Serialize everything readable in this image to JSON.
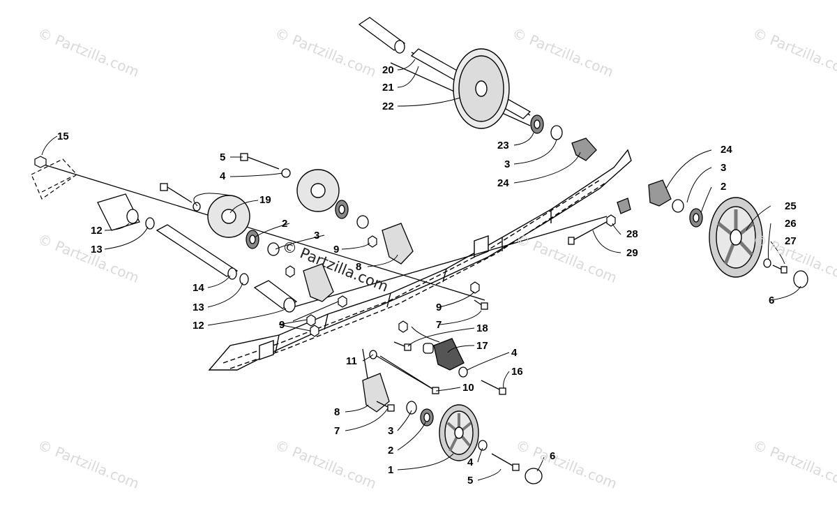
{
  "watermark": {
    "text": "© Partzilla.com"
  },
  "center_watermark": {
    "text": "© Partzilla.com"
  },
  "callouts": [
    "20",
    "21",
    "22",
    "23",
    "3",
    "24",
    "24",
    "3",
    "2",
    "25",
    "26",
    "27",
    "6",
    "28",
    "29",
    "15",
    "5",
    "4",
    "19",
    "2",
    "3",
    "12",
    "13",
    "9",
    "8",
    "14",
    "13",
    "12",
    "9",
    "9",
    "7",
    "18",
    "17",
    "4",
    "16",
    "11",
    "10",
    "8",
    "7",
    "3",
    "2",
    "1",
    "4",
    "5",
    "6"
  ]
}
